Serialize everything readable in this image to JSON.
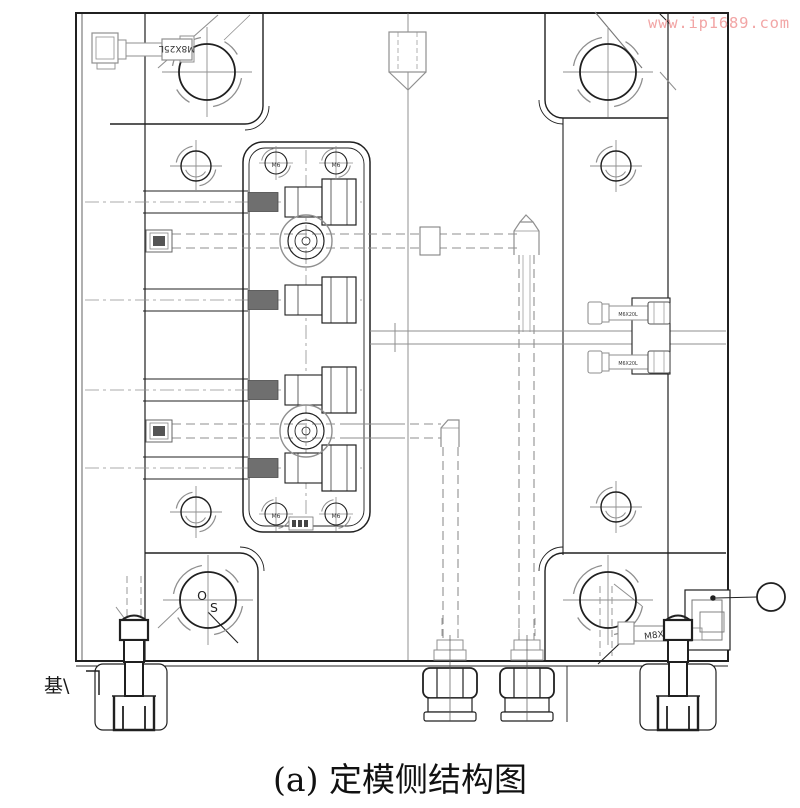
{
  "page": {
    "background": "#ffffff"
  },
  "watermark": {
    "text": "www.ip1689.com",
    "color": "#f2a6a6"
  },
  "caption": {
    "text": "(a) 定模侧结构图"
  },
  "labels": {
    "bolt_top_left": "M8X25L",
    "bolt_bottom_right": "M8X25L",
    "bolt_right_upper": "M6X20L",
    "bolt_right_lower": "M6X20L",
    "tapped_hole_m6": "M6",
    "datum_mark": "基\\",
    "guide_mark_o": "O",
    "guide_mark_s": "S"
  },
  "colors": {
    "outline": "#202020",
    "phantom": "#8f8f8f",
    "hidden_fill": "#6f6f6f",
    "watermark": "#f2a6a6",
    "label_text": "#333333"
  }
}
